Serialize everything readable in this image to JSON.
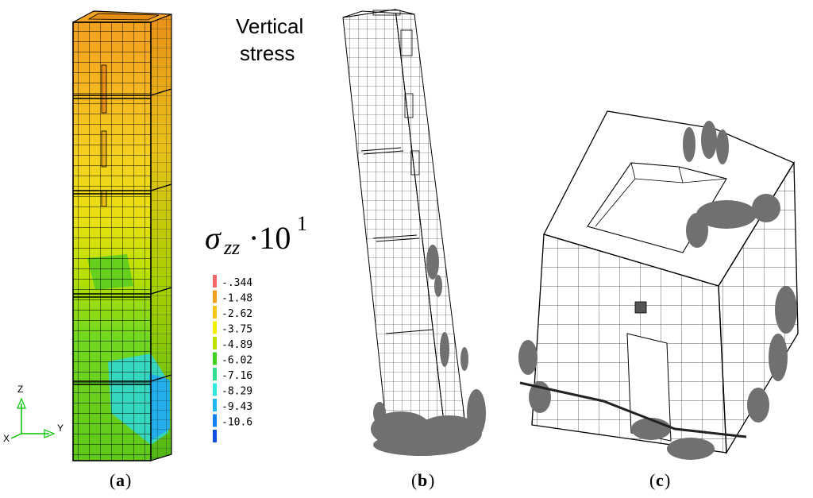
{
  "title": {
    "line1": "Vertical",
    "line2": "stress"
  },
  "symbol": {
    "sigma": "σ",
    "subscript": "zz",
    "multiplier": "·10",
    "exponent": "1"
  },
  "legend": [
    {
      "label": "-.344",
      "color": "#f06a6a"
    },
    {
      "label": "-1.48",
      "color": "#f2a020"
    },
    {
      "label": "-2.62",
      "color": "#f5c518"
    },
    {
      "label": "-3.75",
      "color": "#f0f000"
    },
    {
      "label": "-4.89",
      "color": "#b8e000"
    },
    {
      "label": "-6.02",
      "color": "#40d020"
    },
    {
      "label": "-7.16",
      "color": "#30e090"
    },
    {
      "label": "-8.29",
      "color": "#30e8e0"
    },
    {
      "label": "-9.43",
      "color": "#20b8f0"
    },
    {
      "label": "-10.6",
      "color": "#1080f0"
    },
    {
      "label": "",
      "color": "#1050e0"
    }
  ],
  "axes": {
    "z": "Z",
    "y": "Y",
    "x": "X"
  },
  "captions": {
    "a": "a",
    "b": "b",
    "c": "c"
  },
  "colors": {
    "mesh": "#000000",
    "damage": "#777777"
  }
}
